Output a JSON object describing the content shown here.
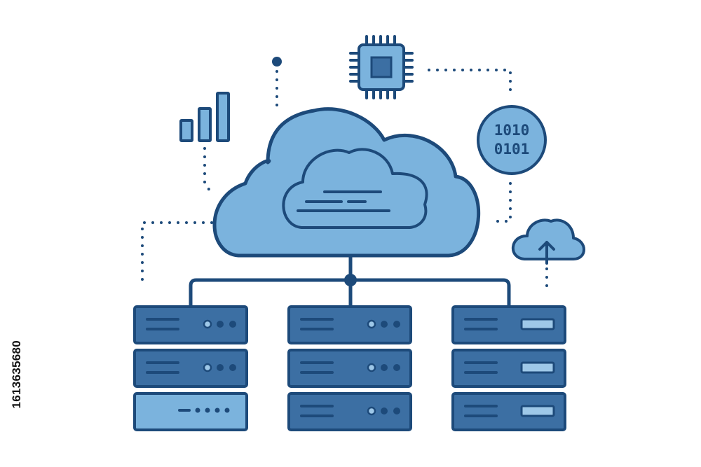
{
  "colors": {
    "outline": "#1d4a7a",
    "fill_light": "#7bb3dd",
    "fill_dark": "#3c6fa3",
    "fill_chip": "#9ec8e8",
    "background": "#ffffff"
  },
  "binary_badge": {
    "line1": "1010",
    "line2": "0101"
  },
  "stock_id": "1613635680",
  "icons": [
    "cloud-icon",
    "chip-icon",
    "bar-chart-icon",
    "binary-icon",
    "cloud-upload-icon",
    "server-rack-icon"
  ],
  "servers": [
    {
      "name": "left",
      "units": [
        "dots",
        "dots",
        "dots-light"
      ]
    },
    {
      "name": "middle",
      "units": [
        "dots",
        "dots",
        "dots"
      ]
    },
    {
      "name": "right",
      "units": [
        "slot",
        "slot",
        "slot"
      ]
    }
  ]
}
